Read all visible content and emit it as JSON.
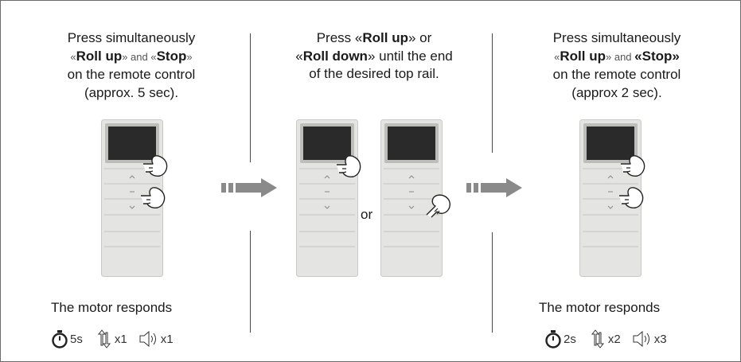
{
  "step1": {
    "line1": "Press simultaneously",
    "line2_pre_guillemet": "«",
    "line2_b1": "Roll up",
    "line2_mid": "» and «",
    "line2_b2": "Stop",
    "line2_post": "»",
    "line3": "on the remote control",
    "line4": "(approx. 5 sec).",
    "responds": "The motor responds",
    "timer": "5s",
    "move": "x1",
    "beep": "x1"
  },
  "step2": {
    "line1_pre": "Press «",
    "line1_b": "Roll up",
    "line1_post": "» or",
    "line2_pre": "«",
    "line2_b": "Roll down",
    "line2_post": "» until the end",
    "line3": "of the desired top rail.",
    "or_label": "or"
  },
  "step3": {
    "line1": "Press simultaneously",
    "line2_pre": "«",
    "line2_b1": "Roll up",
    "line2_mid": "» and ",
    "line2_b2": "«Stop»",
    "line3": "on the remote control",
    "line4": "(approx 2 sec).",
    "responds": "The motor responds",
    "timer": "2s",
    "move": "x2",
    "beep": "x3"
  },
  "colors": {
    "remote_body": "#e4e4e2",
    "remote_screen": "#2a2a2a",
    "arrow": "#8a8a8a",
    "divider": "#4a4a4a"
  },
  "icons": [
    "timer-icon",
    "up-down-arrows-icon",
    "speaker-icon",
    "hand-pointer-icon",
    "arrow-right-icon"
  ]
}
